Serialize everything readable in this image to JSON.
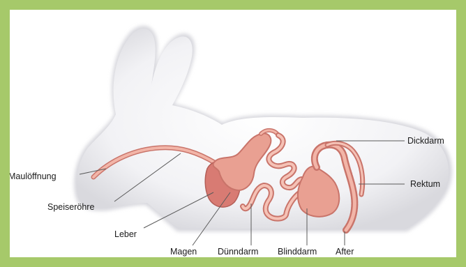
{
  "labels": {
    "mouth": "Maulöffnung",
    "esophagus": "Speiseröhre",
    "liver": "Leber",
    "stomach": "Magen",
    "small_intestine": "Dünndarm",
    "cecum": "Blinddarm",
    "anus": "After",
    "colon": "Dickdarm",
    "rectum": "Rektum"
  },
  "colors": {
    "frame_border": "#a6c96a",
    "organ_fill": "#e9a092",
    "organ_stroke": "#c9746a",
    "liver_fill": "#d87b73",
    "silhouette": "#e8e8ec"
  }
}
